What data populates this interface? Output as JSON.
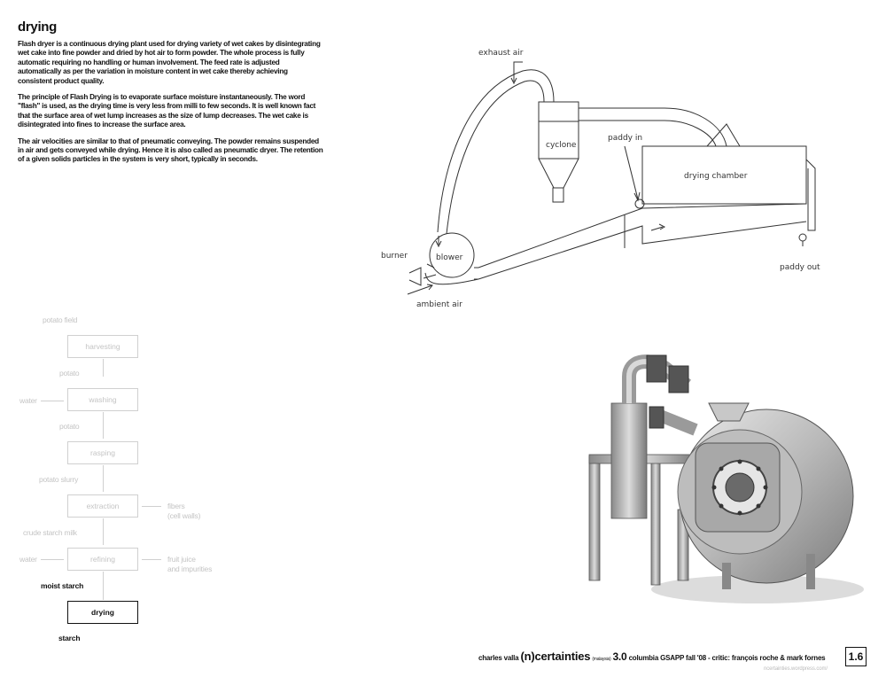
{
  "title": "drying",
  "paragraphs": [
    "Flash dryer is a continuous drying plant used for drying variety of wet cakes by disintegrating wet cake into fine powder and dried by hot air to form powder. The whole process is fully automatic requiring no handling or human involvement. The feed rate is adjusted automatically as per the variation in moisture content in wet cake thereby achieving consistent product quality.",
    "The principle of Flash Drying is to evaporate surface moisture instantaneously. The word \"flash\" is used, as the drying time is very less from milli to few seconds. It is well known fact that the surface area of wet lump increases as the size of lump decreases. The wet cake is disintegrated into fines to increase the surface area.",
    "The air velocities are similar to that of pneumatic conveying. The powder remains suspended in air and gets conveyed while drying. Hence it is also called as pneumatic dryer. The retention of a given solids particles in the system is very short, typically in seconds."
  ],
  "flow": {
    "potato_field": "potato field",
    "harvesting": "harvesting",
    "potato_1": "potato",
    "water_1": "water",
    "washing": "washing",
    "potato_2": "potato",
    "rasping": "rasping",
    "potato_slurry": "potato slurry",
    "extraction": "extraction",
    "fibers": "fibers",
    "cell_walls": "(cell walls)",
    "crude_starch_milk": "crude starch milk",
    "water_2": "water",
    "refining": "refining",
    "fruit_juice": "fruit juice",
    "impurities": "and impurities",
    "moist_starch": "moist starch",
    "drying": "drying",
    "starch": "starch"
  },
  "schematic": {
    "exhaust_air": "exhaust air",
    "cyclone": "cyclone",
    "paddy_in": "paddy in",
    "drying_chamber": "drying chamber",
    "burner": "burner",
    "blower": "blower",
    "paddy_out": "paddy out",
    "ambient_air": "ambient air"
  },
  "footer": {
    "author": "charles valla",
    "project": "(n)certainties",
    "place": "(malaysia)",
    "version": "3.0",
    "rest": "columbia GSAPP fall '08 - critic: françois roche & mark fornes",
    "url": "ncertainties.wordpress.com/",
    "page": "1.6"
  }
}
